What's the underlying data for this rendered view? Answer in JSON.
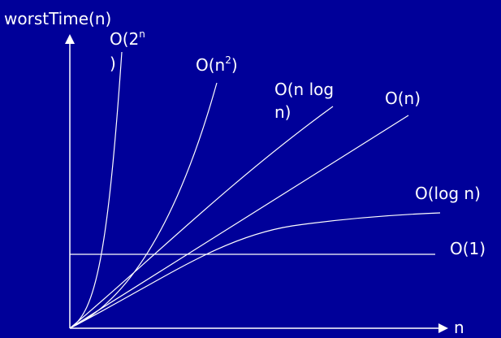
{
  "axes": {
    "y_label": "worstTime(n)",
    "x_label": "n"
  },
  "curves": {
    "exp": {
      "line1": "O(2",
      "sup": "n",
      "line2": ")"
    },
    "quadratic": {
      "text": "O(n",
      "sup": "2",
      "close": ")"
    },
    "nlogn": {
      "line1": "O(n log",
      "line2": "n)"
    },
    "linear": {
      "text": "O(n)"
    },
    "log": {
      "text": "O(log n)"
    },
    "constant": {
      "text": "O(1)"
    }
  },
  "colors": {
    "background": "#000099",
    "ink": "#ffffff"
  }
}
